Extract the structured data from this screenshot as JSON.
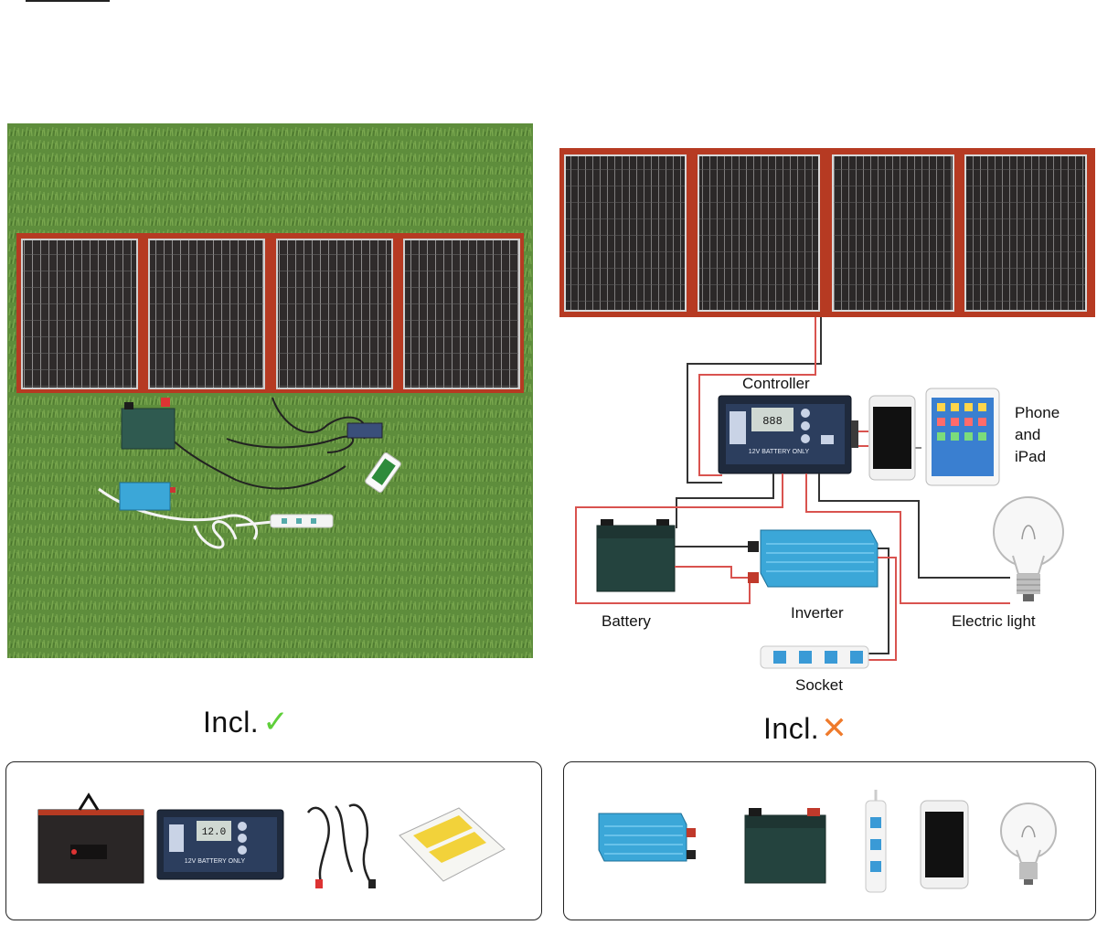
{
  "diagram_labels": {
    "controller": "Controller",
    "phone_ipad": [
      "Phone",
      "and",
      "iPad"
    ],
    "battery": "Battery",
    "inverter": "Inverter",
    "electric_light": "Electric light",
    "socket": "Socket"
  },
  "included": {
    "text": "Incl.",
    "mark": "✓"
  },
  "not_included": {
    "text": "Incl.",
    "mark": "✕"
  },
  "controller_screen": {
    "reading": "888",
    "small_reading": "12.0"
  },
  "controller_face_text": "12V BATTERY ONLY",
  "colors": {
    "grass": "#5d8a3a",
    "panel_frame": "#c0392b",
    "panel_cell": "#2c2a2a",
    "wire_red": "#d9534f",
    "wire_dark": "#333333",
    "inverter_blue": "#3ba7d8",
    "check_green": "#5fcf3a",
    "x_orange": "#ef7a2b"
  },
  "icons": [
    "solar-panel-icon",
    "controller-icon",
    "battery-icon",
    "inverter-icon",
    "socket-icon",
    "phone-icon",
    "tablet-icon",
    "lightbulb-icon",
    "carry-bag-icon",
    "cable-icon",
    "manual-icon"
  ]
}
